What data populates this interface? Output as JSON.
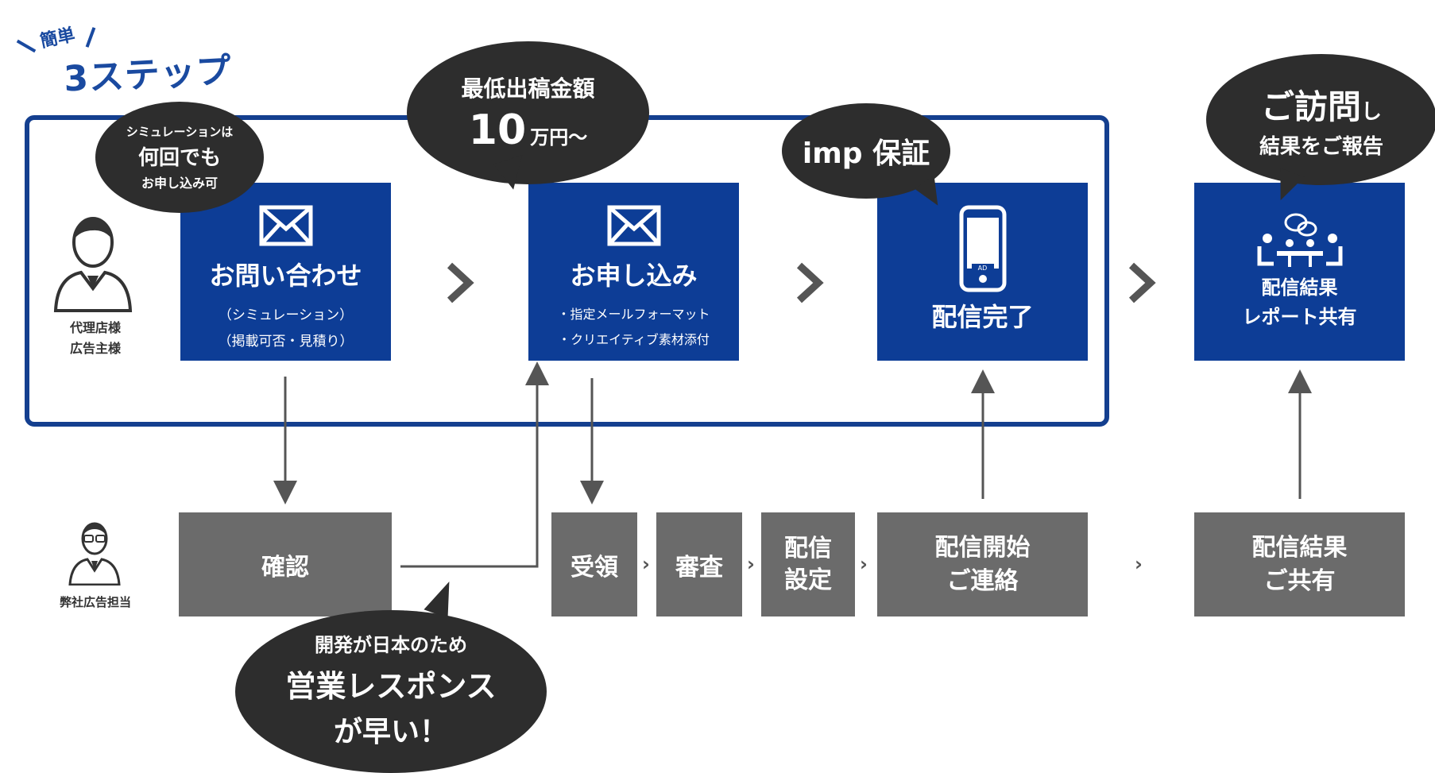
{
  "header": {
    "simple": "簡単",
    "three_steps": "3ステップ"
  },
  "actors": {
    "client": {
      "label_line1": "代理店様",
      "label_line2": "広告主様"
    },
    "staff": {
      "label": "弊社広告担当"
    }
  },
  "steps": [
    {
      "title": "お問い合わせ",
      "sub1": "（シミュレーション）",
      "sub2": "（掲載可否・見積り）"
    },
    {
      "title": "お申し込み",
      "sub1": "・指定メールフォーマット",
      "sub2": "・クリエイティブ素材添付"
    },
    {
      "title": "配信完了",
      "badge": "AD"
    },
    {
      "title_line1": "配信結果",
      "title_line2": "レポート共有"
    }
  ],
  "bubbles": {
    "simulation": {
      "line1": "シミュレーションは",
      "line2": "何回でも",
      "line3": "お申し込み可"
    },
    "minimum": {
      "line1": "最低出稿金額",
      "amount": "10",
      "unit": "万円～"
    },
    "imp": {
      "text": "imp 保証"
    },
    "report": {
      "line1_big": "ご訪問",
      "line1_small": "し",
      "line2": "結果をご報告"
    },
    "response": {
      "line1": "開発が日本のため",
      "line2": "営業レスポンス",
      "line3": "が早い！"
    }
  },
  "staff_boxes": {
    "confirm": "確認",
    "receive": "受領",
    "review": "審査",
    "delivery_setup_1": "配信",
    "delivery_setup_2": "設定",
    "delivery_start_1": "配信開始",
    "delivery_start_2": "ご連絡",
    "result_share_1": "配信結果",
    "result_share_2": "ご共有"
  },
  "colors": {
    "blue": "#0d3d96",
    "frame": "#143f8f",
    "dark": "#2d2d2d",
    "gray": "#6b6b6b"
  }
}
